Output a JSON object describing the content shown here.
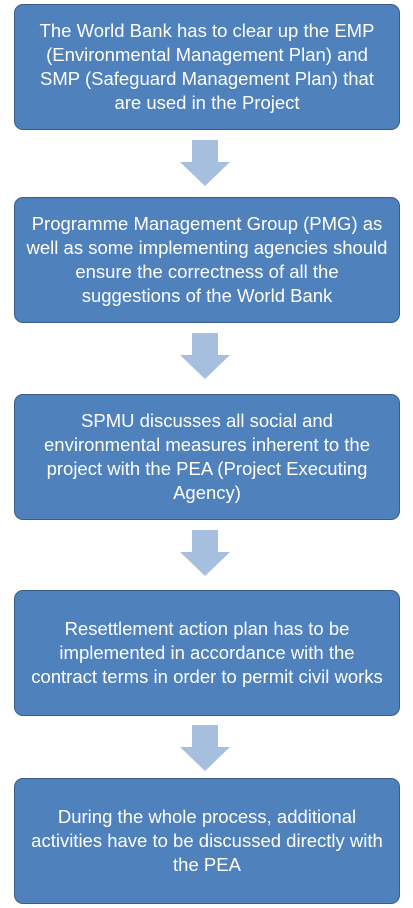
{
  "colors": {
    "box_fill": "#4f81bd",
    "box_border": "#385d8a",
    "arrow_fill": "#a7bfde",
    "text": "#ffffff"
  },
  "steps": [
    {
      "text": "The World Bank has to clear up the EMP (Environmental Management Plan) and SMP (Safeguard Management Plan) that are used in the Project"
    },
    {
      "text": "Programme Management Group (PMG) as well as some implementing agencies should ensure the correctness of all the suggestions of the World Bank"
    },
    {
      "text": "SPMU discusses all social and environmental measures inherent to the project with the PEA (Project Executing Agency)"
    },
    {
      "text": "Resettlement action plan has to be implemented in accordance with the contract terms in order to permit civil works"
    },
    {
      "text": "During the whole process, additional activities have to be discussed directly with the PEA"
    }
  ],
  "connectors": [
    {
      "icon": "down-arrow-icon"
    },
    {
      "icon": "down-arrow-icon"
    },
    {
      "icon": "down-arrow-icon"
    },
    {
      "icon": "down-arrow-icon"
    }
  ]
}
